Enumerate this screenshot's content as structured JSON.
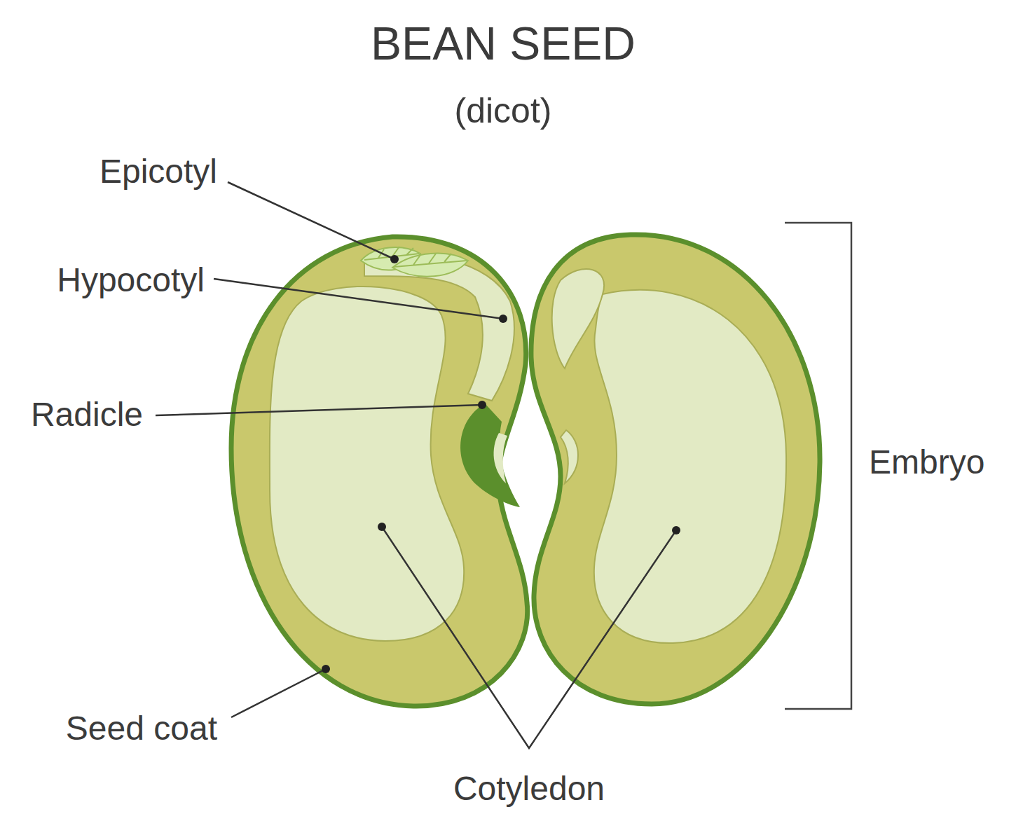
{
  "diagram": {
    "title": "BEAN SEED",
    "labels": [
      "(dicot)",
      "Epicotyl",
      "Hypocotyl",
      "Radicle",
      "Seed coat",
      "Cotyledon",
      "Embryo"
    ]
  }
}
